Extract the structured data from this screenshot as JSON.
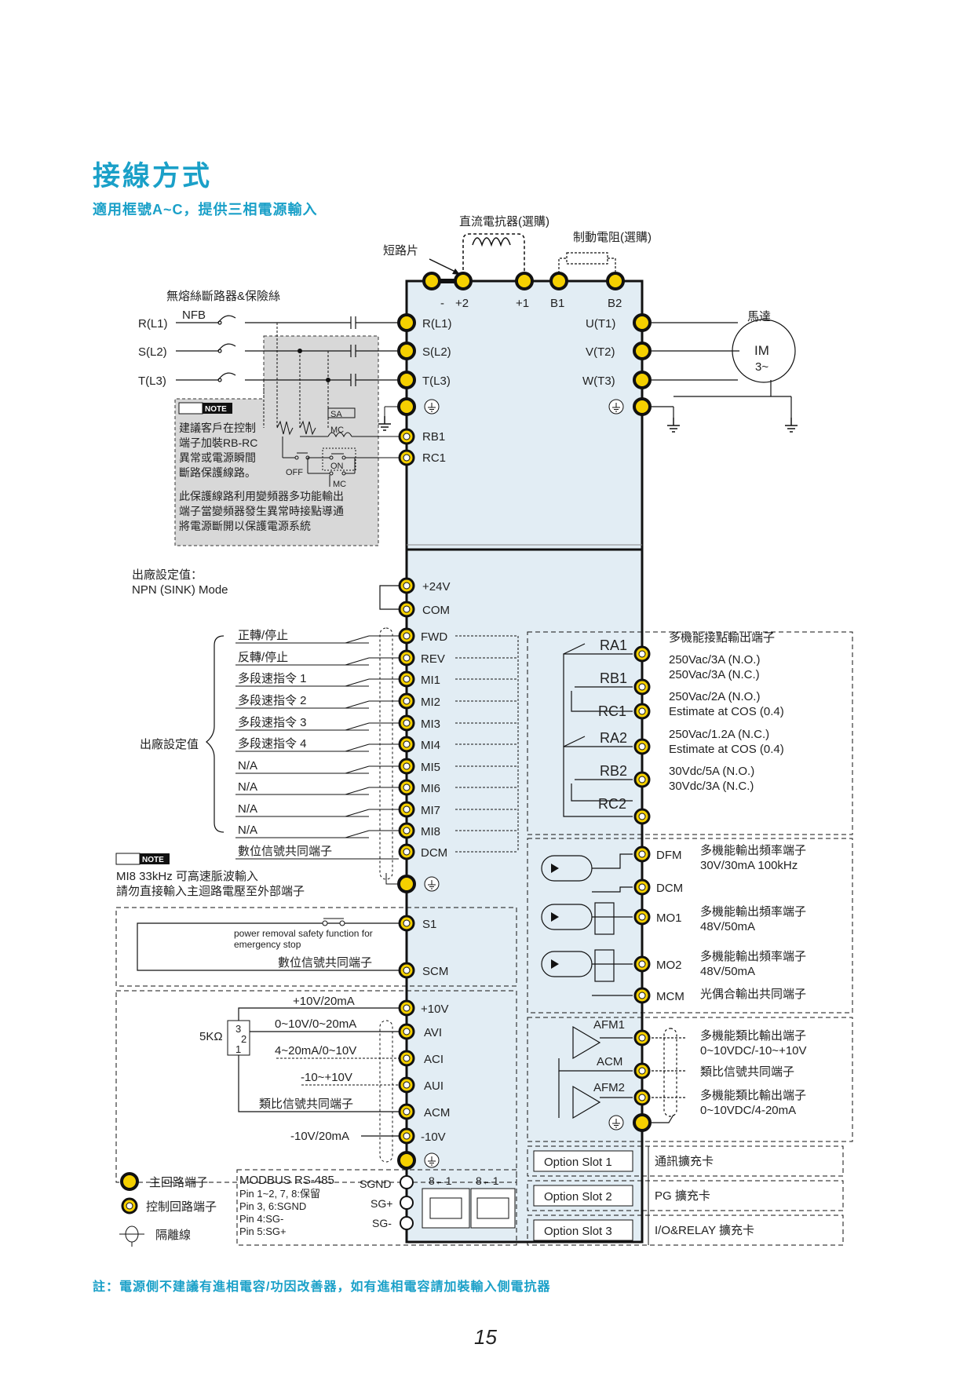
{
  "title": "接線方式",
  "subtitle": "適用框號A~C，提供三相電源輸入",
  "footnote": "註：電源側不建議有進相電容/功因改善器，如有進相電容請加裝輸入側電抗器",
  "page_number": "15",
  "colors": {
    "accent": "#1aa0c8",
    "terminal_fill": "#f5d000",
    "panel_fill": "#e2edf4",
    "note_fill": "#d8d8d8"
  },
  "top": {
    "dc_reactor": "直流電抗器(選購)",
    "brake_resistor": "制動電阻(選購)",
    "jumper": "短路片",
    "terminals": [
      "-",
      "+2",
      "+1",
      "B1",
      "B2"
    ]
  },
  "power": {
    "breaker_label": "無熔絲斷路器&保險絲",
    "nfb": "NFB",
    "inputs": [
      "R(L1)",
      "S(L2)",
      "T(L3)"
    ],
    "drive_inputs": [
      "R(L1)",
      "S(L2)",
      "T(L3)"
    ],
    "outputs": [
      "U(T1)",
      "V(T2)",
      "W(T3)"
    ],
    "motor_label": "馬達",
    "motor_im": "IM",
    "motor_phase": "3~",
    "ground_symbol": "⏚"
  },
  "protection": {
    "note_badge": "NOTE",
    "note_lines": [
      "建議客戶在控制",
      "端子加裝RB-RC",
      "異常或電源瞬間",
      "斷路保護線路。"
    ],
    "sa": "SA",
    "mc": "MC",
    "on": "ON",
    "off": "OFF",
    "rb1": "RB1",
    "rc1": "RC1",
    "desc_lines": [
      "此保護線路利用變頻器多功能輸出",
      "端子當變頻器發生異常時接點導通",
      "將電源斷開以保護電源系統"
    ]
  },
  "control": {
    "factory_label": "出廠設定值：",
    "mode": "NPN (SINK) Mode",
    "factory_group": "出廠設定值",
    "supply": [
      "+24V",
      "COM"
    ],
    "input_labels": [
      "正轉/停止",
      "反轉/停止",
      "多段速指令 1",
      "多段速指令 2",
      "多段速指令 3",
      "多段速指令 4",
      "N/A",
      "N/A",
      "N/A",
      "N/A",
      "數位信號共同端子"
    ],
    "input_terms": [
      "FWD",
      "REV",
      "MI1",
      "MI2",
      "MI3",
      "MI4",
      "MI5",
      "MI6",
      "MI7",
      "MI8",
      "DCM"
    ],
    "mi8_note_badge": "NOTE",
    "mi8_note_lines": [
      "MI8 33kHz 可高速脈波輸入",
      "請勿直接輸入主迴路電壓至外部端子"
    ],
    "safety_text": [
      "power removal safety function for",
      "emergency stop"
    ],
    "safety_common": "數位信號共同端子",
    "s1": "S1",
    "scm": "SCM"
  },
  "analog": {
    "plus10": "+10V/20mA",
    "pot": "5KΩ",
    "pot_pins": [
      "3",
      "2",
      "1"
    ],
    "avi_label": "0~10V/0~20mA",
    "aci_label": "4~20mA/0~10V",
    "aui_label": "-10~+10V",
    "acm_label": "類比信號共同端子",
    "minus10": "-10V/20mA",
    "terms": [
      "+10V",
      "AVI",
      "ACI",
      "AUI",
      "ACM",
      "-10V"
    ]
  },
  "relay": {
    "terms": [
      "RA1",
      "RB1",
      "RC1",
      "RA2",
      "RB2",
      "RC2"
    ],
    "title": "多機能接點輸出端子",
    "specs": [
      "250Vac/3A (N.O.)",
      "250Vac/3A (N.C.)",
      "250Vac/2A (N.O.)",
      "Estimate at COS (0.4)",
      "250Vac/1.2A (N.C.)",
      "Estimate at COS (0.4)",
      "30Vdc/5A (N.O.)",
      "30Vdc/3A (N.C.)"
    ]
  },
  "digital_out": {
    "dfm": "DFM",
    "dfm_desc": [
      "多機能輸出頻率端子",
      "30V/30mA 100kHz"
    ],
    "dcm": "DCM",
    "mo1": "MO1",
    "mo1_desc": [
      "多機能輸出頻率端子",
      "48V/50mA"
    ],
    "mo2": "MO2",
    "mo2_desc": [
      "多機能輸出頻率端子",
      "48V/50mA"
    ],
    "mcm": "MCM",
    "mcm_desc": "光偶合輸出共同端子"
  },
  "analog_out": {
    "afm1": "AFM1",
    "acm": "ACM",
    "afm2": "AFM2",
    "afm1_desc": [
      "多機能類比輸出端子",
      "0~10VDC/-10~+10V"
    ],
    "acm_desc": "類比信號共同端子",
    "afm2_desc": [
      "多機能類比輸出端子",
      "0~10VDC/4-20mA"
    ]
  },
  "option_slots": [
    {
      "slot": "Option Slot 1",
      "desc": "通訊擴充卡"
    },
    {
      "slot": "Option Slot 2",
      "desc": "PG 擴充卡"
    },
    {
      "slot": "Option Slot 3",
      "desc": "I/O&RELAY 擴充卡"
    }
  ],
  "legend": {
    "main": "主回路端子",
    "control": "控制回路端子",
    "shield": "隔離線"
  },
  "modbus": {
    "title": "MODBUS RS-485",
    "pins": [
      "Pin 1~2, 7, 8:保留",
      "Pin 3, 6:SGND",
      "Pin 4:SG-",
      "Pin 5:SG+"
    ],
    "terms": [
      "SGND",
      "SG+",
      "SG-"
    ],
    "ports": [
      "8←1",
      "8←1"
    ]
  }
}
